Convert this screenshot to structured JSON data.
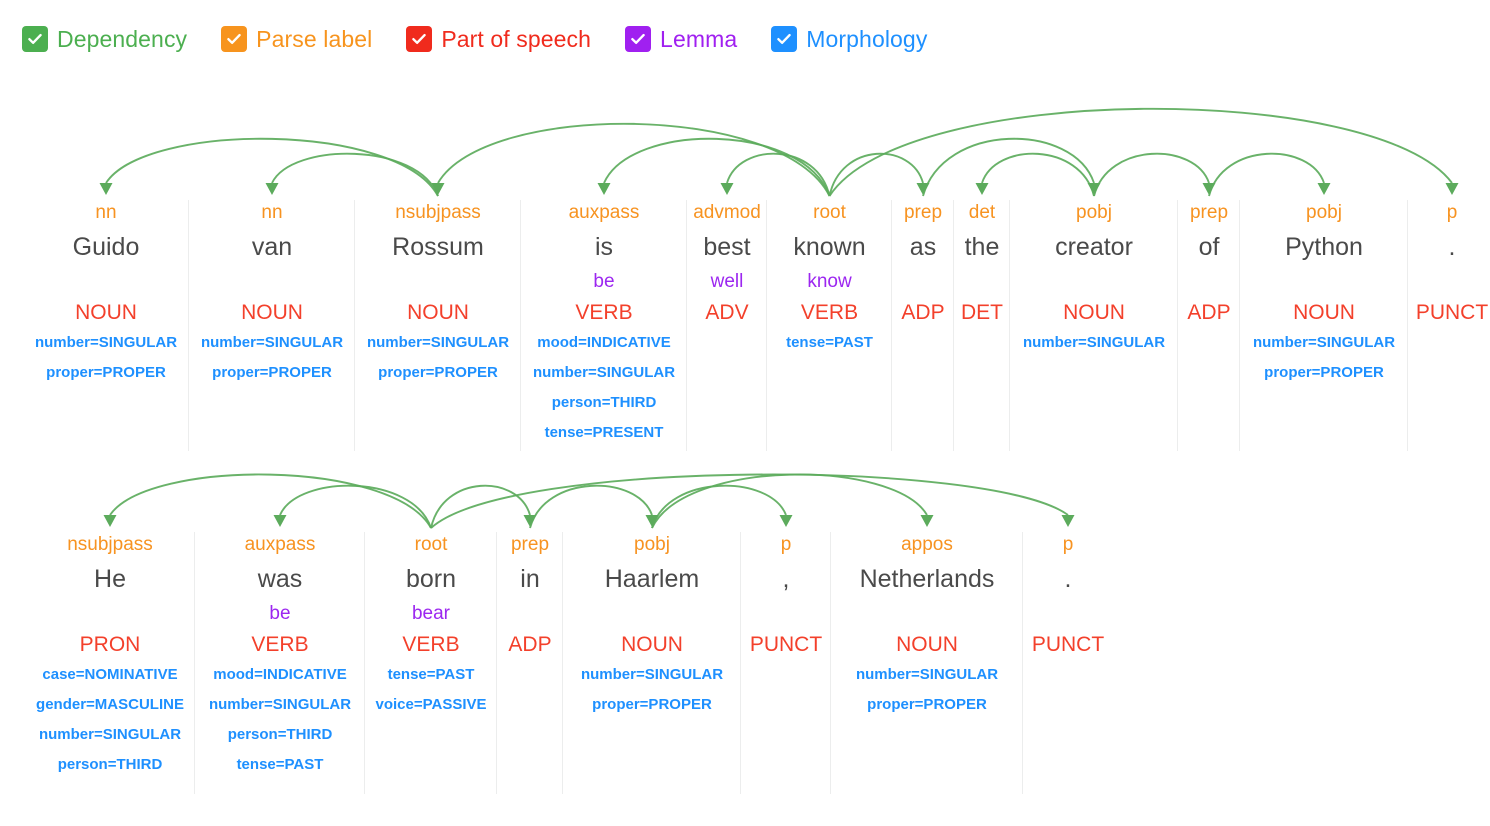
{
  "legend": {
    "items": [
      {
        "label": "Dependency",
        "color": "#4caf50",
        "icon": "checkbox-checked-icon",
        "checked": true
      },
      {
        "label": "Parse label",
        "color": "#f7941e",
        "icon": "checkbox-checked-icon",
        "checked": true
      },
      {
        "label": "Part of speech",
        "color": "#f02b1d",
        "icon": "checkbox-checked-icon",
        "checked": true
      },
      {
        "label": "Lemma",
        "color": "#a020f0",
        "icon": "checkbox-checked-icon",
        "checked": true
      },
      {
        "label": "Morphology",
        "color": "#1e90ff",
        "icon": "checkbox-checked-icon",
        "checked": true
      }
    ]
  },
  "colors": {
    "dependency_arc": "#5cab5c",
    "parse_label": "#f79321",
    "token": "#4a4a4a",
    "lemma": "#9c27f0",
    "pos": "#f3402b",
    "morphology": "#1e90ff",
    "divider": "#eceded"
  },
  "sentences": [
    {
      "text": "Guido van Rossum is best known as the creator of Python .",
      "tokens": [
        {
          "dep": "nn",
          "word": "Guido",
          "lemma": "",
          "pos": "NOUN",
          "morphology": [
            "number=SINGULAR",
            "proper=PROPER"
          ],
          "width": 166
        },
        {
          "dep": "nn",
          "word": "van",
          "lemma": "",
          "pos": "NOUN",
          "morphology": [
            "number=SINGULAR",
            "proper=PROPER"
          ],
          "width": 166
        },
        {
          "dep": "nsubjpass",
          "word": "Rossum",
          "lemma": "",
          "pos": "NOUN",
          "morphology": [
            "number=SINGULAR",
            "proper=PROPER"
          ],
          "width": 166
        },
        {
          "dep": "auxpass",
          "word": "is",
          "lemma": "be",
          "pos": "VERB",
          "morphology": [
            "mood=INDICATIVE",
            "number=SINGULAR",
            "person=THIRD",
            "tense=PRESENT"
          ],
          "width": 166
        },
        {
          "dep": "advmod",
          "word": "best",
          "lemma": "well",
          "pos": "ADV",
          "morphology": [],
          "width": 80
        },
        {
          "dep": "root",
          "word": "known",
          "lemma": "know",
          "pos": "VERB",
          "morphology": [
            "tense=PAST"
          ],
          "width": 125
        },
        {
          "dep": "prep",
          "word": "as",
          "lemma": "",
          "pos": "ADP",
          "morphology": [],
          "width": 62
        },
        {
          "dep": "det",
          "word": "the",
          "lemma": "",
          "pos": "DET",
          "morphology": [],
          "width": 56
        },
        {
          "dep": "pobj",
          "word": "creator",
          "lemma": "",
          "pos": "NOUN",
          "morphology": [
            "number=SINGULAR"
          ],
          "width": 168
        },
        {
          "dep": "prep",
          "word": "of",
          "lemma": "",
          "pos": "ADP",
          "morphology": [],
          "width": 62
        },
        {
          "dep": "pobj",
          "word": "Python",
          "lemma": "",
          "pos": "NOUN",
          "morphology": [
            "number=SINGULAR",
            "proper=PROPER"
          ],
          "width": 168
        },
        {
          "dep": "p",
          "word": ".",
          "lemma": "",
          "pos": "PUNCT",
          "morphology": [],
          "width": 88
        }
      ],
      "arcs": [
        {
          "head": 2,
          "child": 0,
          "label": "nn"
        },
        {
          "head": 2,
          "child": 1,
          "label": "nn"
        },
        {
          "head": 5,
          "child": 2,
          "label": "nsubjpass"
        },
        {
          "head": 5,
          "child": 3,
          "label": "auxpass"
        },
        {
          "head": 5,
          "child": 4,
          "label": "advmod"
        },
        {
          "head": 5,
          "child": 6,
          "label": "prep"
        },
        {
          "head": 8,
          "child": 7,
          "label": "det"
        },
        {
          "head": 6,
          "child": 8,
          "label": "pobj"
        },
        {
          "head": 8,
          "child": 9,
          "label": "prep"
        },
        {
          "head": 9,
          "child": 10,
          "label": "pobj"
        },
        {
          "head": 5,
          "child": 11,
          "label": "p"
        }
      ]
    },
    {
      "text": "He was born in Haarlem , Netherlands .",
      "tokens": [
        {
          "dep": "nsubjpass",
          "word": "He",
          "lemma": "",
          "pos": "PRON",
          "morphology": [
            "case=NOMINATIVE",
            "gender=MASCULINE",
            "number=SINGULAR",
            "person=THIRD"
          ],
          "width": 170
        },
        {
          "dep": "auxpass",
          "word": "was",
          "lemma": "be",
          "pos": "VERB",
          "morphology": [
            "mood=INDICATIVE",
            "number=SINGULAR",
            "person=THIRD",
            "tense=PAST"
          ],
          "width": 170
        },
        {
          "dep": "root",
          "word": "born",
          "lemma": "bear",
          "pos": "VERB",
          "morphology": [
            "tense=PAST",
            "voice=PASSIVE"
          ],
          "width": 132
        },
        {
          "dep": "prep",
          "word": "in",
          "lemma": "",
          "pos": "ADP",
          "morphology": [],
          "width": 66
        },
        {
          "dep": "pobj",
          "word": "Haarlem",
          "lemma": "",
          "pos": "NOUN",
          "morphology": [
            "number=SINGULAR",
            "proper=PROPER"
          ],
          "width": 178
        },
        {
          "dep": "p",
          "word": ",",
          "lemma": "",
          "pos": "PUNCT",
          "morphology": [],
          "width": 90
        },
        {
          "dep": "appos",
          "word": "Netherlands",
          "lemma": "",
          "pos": "NOUN",
          "morphology": [
            "number=SINGULAR",
            "proper=PROPER"
          ],
          "width": 192
        },
        {
          "dep": "p",
          "word": ".",
          "lemma": "",
          "pos": "PUNCT",
          "morphology": [],
          "width": 90
        }
      ],
      "arcs": [
        {
          "head": 2,
          "child": 0,
          "label": "nsubjpass"
        },
        {
          "head": 2,
          "child": 1,
          "label": "auxpass"
        },
        {
          "head": 2,
          "child": 3,
          "label": "prep"
        },
        {
          "head": 3,
          "child": 4,
          "label": "pobj"
        },
        {
          "head": 4,
          "child": 5,
          "label": "p"
        },
        {
          "head": 4,
          "child": 6,
          "label": "appos"
        },
        {
          "head": 2,
          "child": 7,
          "label": "p"
        }
      ]
    }
  ]
}
